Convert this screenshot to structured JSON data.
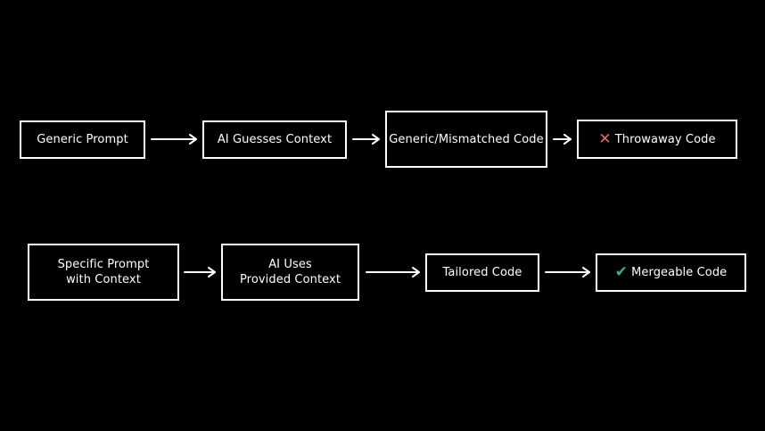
{
  "colors": {
    "background": "#000000",
    "stroke": "#ffffff",
    "fail": "#e8676b",
    "success": "#3fae7a"
  },
  "row_top": {
    "box1": "Generic Prompt",
    "box2": "AI Guesses Context",
    "box3": "Generic/Mismatched Code",
    "box4": "Throwaway Code",
    "box4_icon": "cross-mark-icon"
  },
  "row_bottom": {
    "box1_line1": "Specific Prompt",
    "box1_line2": "with Context",
    "box2_line1": "AI Uses",
    "box2_line2": "Provided Context",
    "box3": "Tailored Code",
    "box4": "Mergeable Code",
    "box4_icon": "check-mark-icon"
  }
}
